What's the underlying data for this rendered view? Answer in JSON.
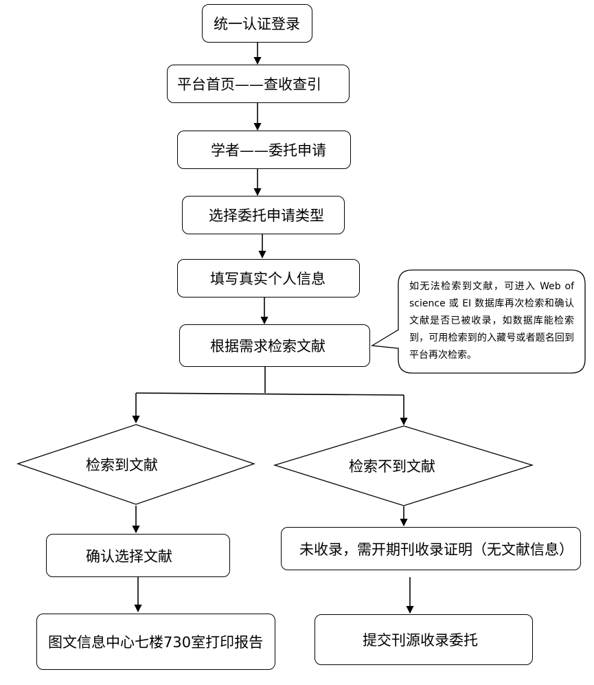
{
  "nodes": {
    "login": "统一认证登录",
    "home": "平台首页——查收查引",
    "scholar": "学者——委托申请",
    "select_type": "选择委托申请类型",
    "fill_info": "填写真实个人信息",
    "search": "根据需求检索文献",
    "found": "检索到文献",
    "not_found": "检索不到文献",
    "confirm": "确认选择文献",
    "unrecorded": "未收录，需开期刊收录证明（无文献信息）",
    "print": "图文信息中心七楼730室打印报告",
    "submit": "提交刊源收录委托"
  },
  "callout": "如无法检索到文献，可进入 Web of science 或 EI 数据库再次检索和确认文献是否已被收录，如数据库能检索到，可用检索到的入藏号或者题名回到平台再次检索。"
}
